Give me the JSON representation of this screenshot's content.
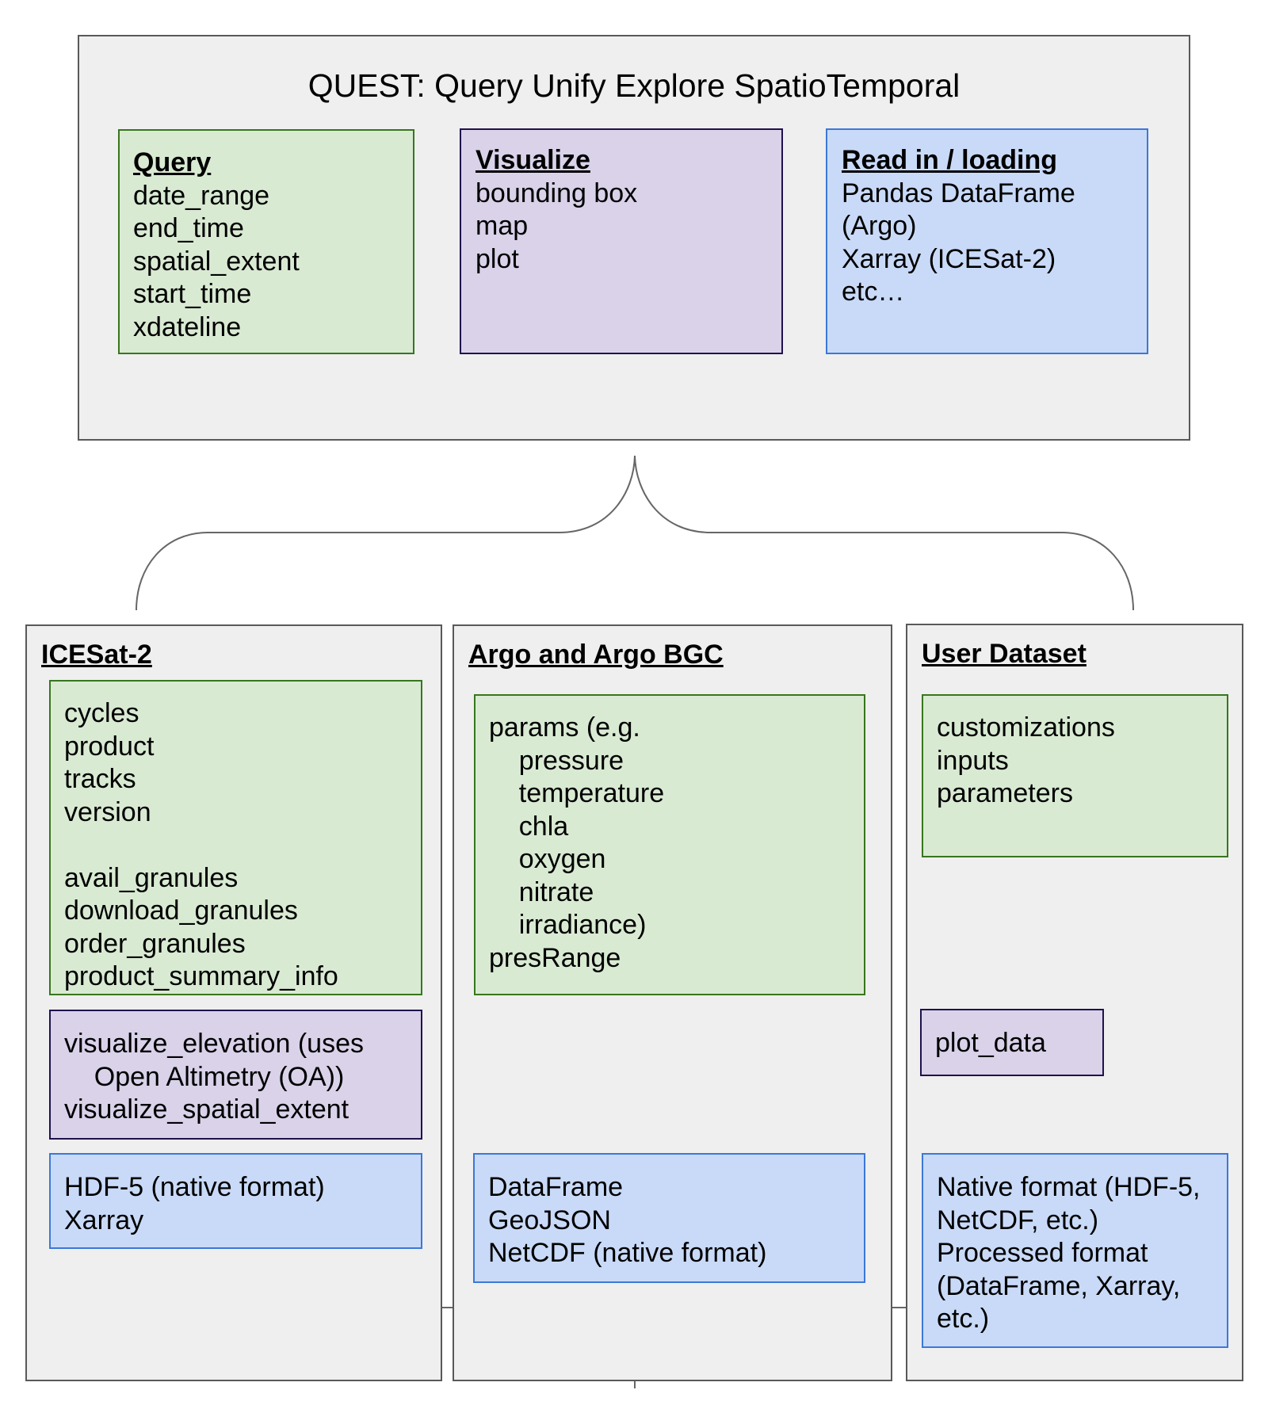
{
  "top": {
    "title": "QUEST: Query Unify Explore SpatioTemporal",
    "query": {
      "heading": "Query",
      "items": [
        "date_range",
        "end_time",
        "spatial_extent",
        "start_time",
        "xdateline"
      ]
    },
    "visualize": {
      "heading": "Visualize",
      "items": [
        "bounding box",
        "map",
        "plot"
      ]
    },
    "read": {
      "heading": "Read in / loading",
      "items": [
        "Pandas DataFrame",
        "(Argo)",
        "Xarray (ICESat-2)",
        "etc…"
      ]
    }
  },
  "icesat": {
    "heading": "ICESat-2",
    "query_items": [
      "cycles",
      "product",
      "tracks",
      "version",
      "",
      "avail_granules",
      "download_granules",
      "order_granules",
      "product_summary_info"
    ],
    "visualize_items": [
      "visualize_elevation (uses",
      "    Open Altimetry (OA))",
      "visualize_spatial_extent"
    ],
    "read_items": [
      "HDF-5 (native format)",
      "Xarray"
    ]
  },
  "argo": {
    "heading": "Argo and Argo BGC",
    "query_items": [
      "params (e.g.",
      "    pressure",
      "    temperature",
      "    chla",
      "    oxygen",
      "    nitrate",
      "    irradiance)",
      "presRange"
    ],
    "read_items": [
      "DataFrame",
      "GeoJSON",
      "NetCDF (native format)"
    ]
  },
  "user": {
    "heading": "User Dataset",
    "query_items": [
      "customizations",
      "inputs",
      "parameters"
    ],
    "visualize_items": [
      "plot_data"
    ],
    "read_items": [
      "Native format (HDF-5,",
      "NetCDF, etc.)",
      "Processed format",
      "(DataFrame, Xarray,",
      "etc.)"
    ]
  },
  "colors": {
    "panel": "#efefef",
    "panel_border": "#595959",
    "query_fill": "#d9ead3",
    "query_border": "#38761d",
    "visualize_fill": "#d9d2e9",
    "visualize_border": "#20124d",
    "read_fill": "#c9daf8",
    "read_border": "#3c78d8",
    "connector": "#666666"
  }
}
